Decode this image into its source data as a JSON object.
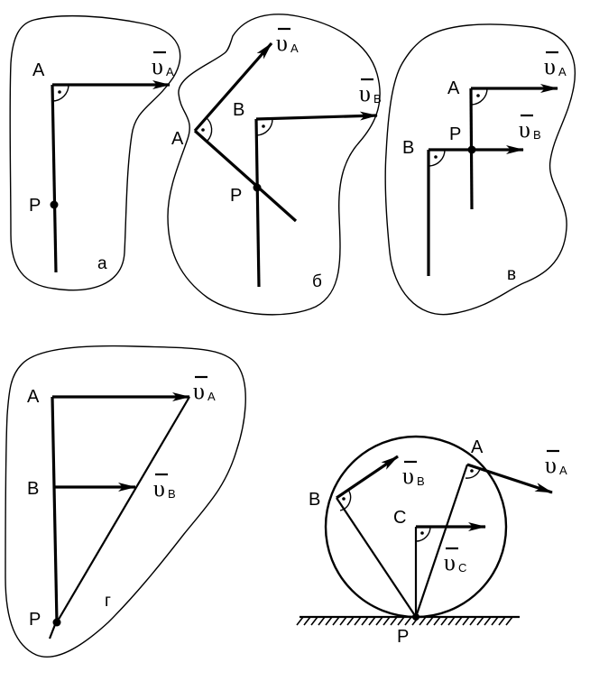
{
  "diagram_a": {
    "label_A": "A",
    "label_P": "P",
    "velocity_A": {
      "symbol": "υ",
      "subscript": "A"
    },
    "caption": "а"
  },
  "diagram_b": {
    "label_A": "A",
    "label_B": "B",
    "label_P": "P",
    "velocity_A": {
      "symbol": "υ",
      "subscript": "A"
    },
    "velocity_B": {
      "symbol": "υ",
      "subscript": "B"
    },
    "caption": "б"
  },
  "diagram_v": {
    "label_A": "A",
    "label_B": "B",
    "label_P": "P",
    "velocity_A": {
      "symbol": "υ",
      "subscript": "A"
    },
    "velocity_B": {
      "symbol": "υ",
      "subscript": "B"
    },
    "caption": "в"
  },
  "diagram_g": {
    "label_A": "A",
    "label_B": "B",
    "label_P": "P",
    "velocity_A": {
      "symbol": "υ",
      "subscript": "A"
    },
    "velocity_B": {
      "symbol": "υ",
      "subscript": "B"
    },
    "caption": "г"
  },
  "diagram_wheel": {
    "label_A": "A",
    "label_B": "B",
    "label_C": "C",
    "label_P": "P",
    "velocity_A": {
      "symbol": "υ",
      "subscript": "A"
    },
    "velocity_B": {
      "symbol": "υ",
      "subscript": "B"
    },
    "velocity_C": {
      "symbol": "υ",
      "subscript": "C"
    }
  }
}
